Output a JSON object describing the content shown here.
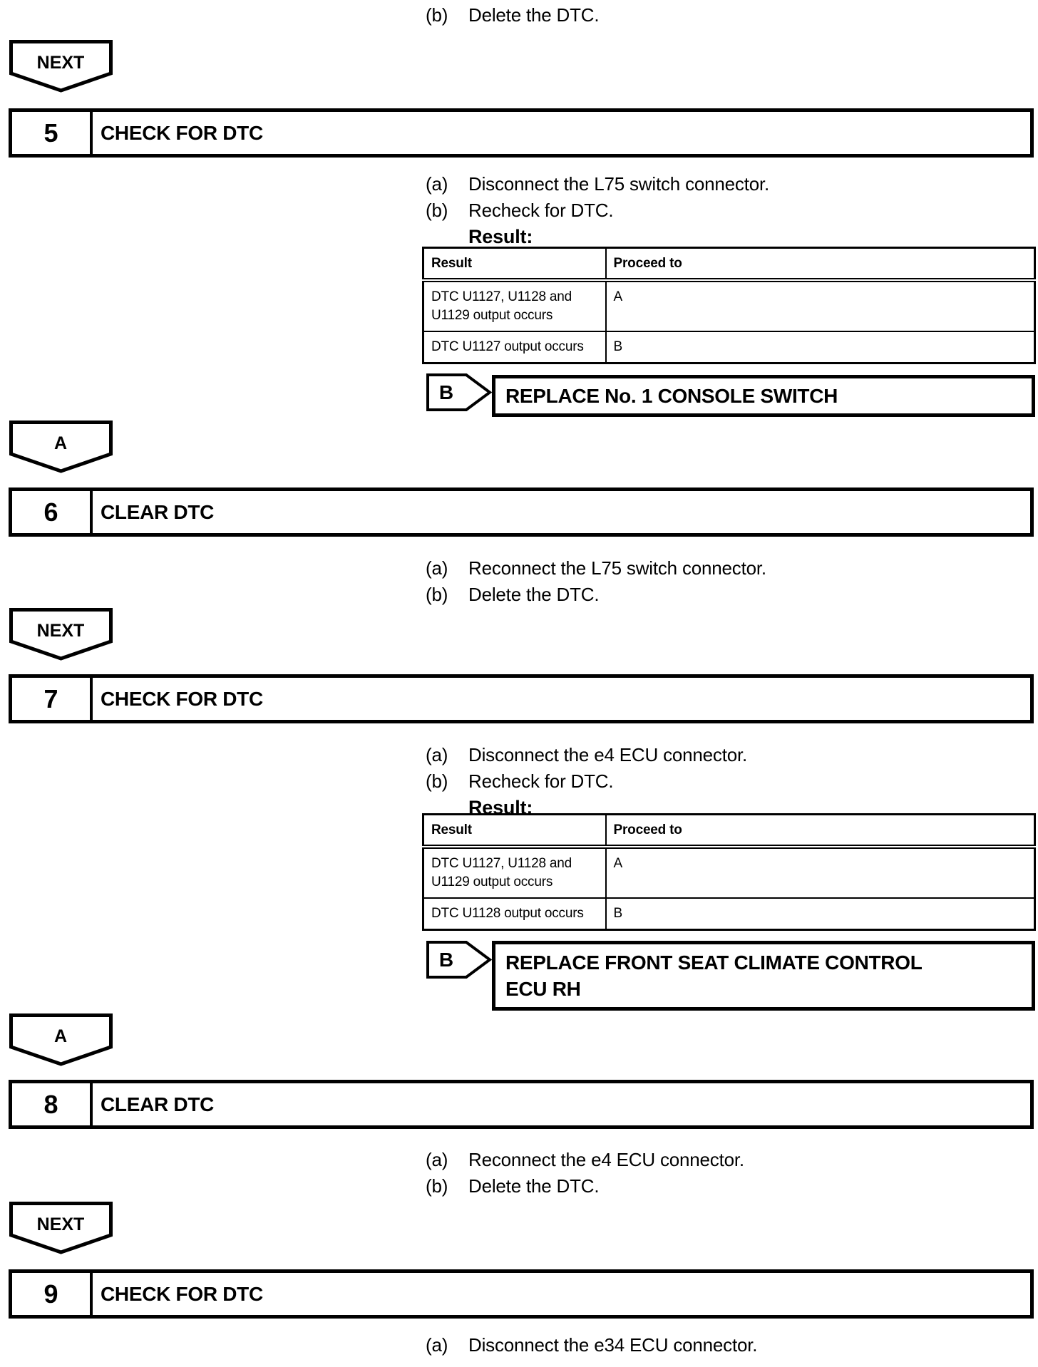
{
  "document": {
    "background": "#ffffff",
    "ink": "#000000"
  },
  "intro_item": {
    "label": "(b)",
    "text": "Delete the DTC."
  },
  "flow": {
    "next_label": "NEXT",
    "a_label": "A"
  },
  "steps": [
    {
      "number": "5",
      "title": "CHECK FOR DTC",
      "items": [
        {
          "label": "(a)",
          "text": "Disconnect the L75 switch connector."
        },
        {
          "label": "(b)",
          "text": "Recheck for DTC."
        }
      ],
      "result_label": "Result:",
      "table": {
        "headers": [
          "Result",
          "Proceed to"
        ],
        "rows": [
          {
            "result": "DTC U1127, U1128 and U1129 output occurs",
            "proceed": "A"
          },
          {
            "result": "DTC U1127 output occurs",
            "proceed": "B"
          }
        ]
      },
      "branch": {
        "label": "B",
        "action": "REPLACE No. 1 CONSOLE SWITCH"
      }
    },
    {
      "number": "6",
      "title": "CLEAR DTC",
      "items": [
        {
          "label": "(a)",
          "text": "Reconnect the L75 switch connector."
        },
        {
          "label": "(b)",
          "text": "Delete the DTC."
        }
      ]
    },
    {
      "number": "7",
      "title": "CHECK FOR DTC",
      "items": [
        {
          "label": "(a)",
          "text": "Disconnect the e4 ECU connector."
        },
        {
          "label": "(b)",
          "text": "Recheck for DTC."
        }
      ],
      "result_label": "Result:",
      "table": {
        "headers": [
          "Result",
          "Proceed to"
        ],
        "rows": [
          {
            "result": "DTC U1127, U1128 and U1129 output occurs",
            "proceed": "A"
          },
          {
            "result": "DTC U1128 output occurs",
            "proceed": "B"
          }
        ]
      },
      "branch": {
        "label": "B",
        "action": "REPLACE FRONT SEAT CLIMATE CONTROL ECU RH"
      }
    },
    {
      "number": "8",
      "title": "CLEAR DTC",
      "items": [
        {
          "label": "(a)",
          "text": "Reconnect the e4 ECU connector."
        },
        {
          "label": "(b)",
          "text": "Delete the DTC."
        }
      ]
    },
    {
      "number": "9",
      "title": "CHECK FOR DTC",
      "items": [
        {
          "label": "(a)",
          "text": "Disconnect the e34 ECU connector."
        }
      ]
    }
  ]
}
